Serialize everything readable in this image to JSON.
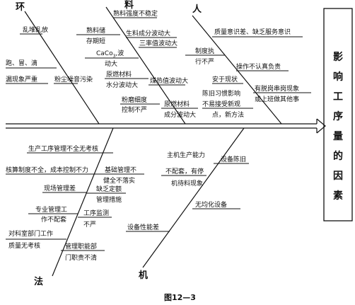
{
  "categories": {
    "environment": "环",
    "material": "料",
    "man": "人",
    "method": "法",
    "machine": "机"
  },
  "effect_chars": [
    "影",
    "响",
    "工",
    "序",
    "量",
    "的",
    "因",
    "素"
  ],
  "caption": "图12—3",
  "environment": {
    "cause1": "乱堆乱放",
    "cause2_line1": "跑、冒、滴",
    "cause2_line2": "漏现象严重",
    "cause3": "粉尘噪音污染"
  },
  "material": {
    "top": "熟料强度不稳定",
    "storage_line1": "熟料储",
    "storage_line2": "存期短",
    "raw_meal": "生料成分波动大",
    "caco3_line1": "CaCo",
    "caco3_sub": "3",
    "caco3_suffix": "波",
    "caco3_line2": "动大",
    "three_rate": "三率值波动大",
    "raw_material_line1": "原燃材料",
    "raw_material_line2": "水分波动大",
    "coal_heat": "煤热值波动大",
    "fineness_line1": "粉磨细度",
    "fineness_line2": "控制不严",
    "raw_comp_line1": "原燃材料",
    "raw_comp_line2": "成分波动大"
  },
  "man": {
    "quality": "质量意识差、缺乏服务意识",
    "system_line1": "制度执",
    "system_line2": "行不严",
    "operation": "操作不认真负责",
    "content": "安于现状",
    "habit_line1": "陈旧习惯影响",
    "habit_line2": "不易接受新观",
    "habit_line3": "点，新方法",
    "position_line1": "有脱岗串岗现象",
    "position_line2": "或上班做其他事"
  },
  "method": {
    "m1": "生产工序管理不全无考核",
    "m2": "核算制度不全，成本控制不力",
    "m3_line1": "基础管理不",
    "m3_line2": "健全不落实",
    "m4": "现场管理差",
    "m5_line1": "缺乏定额",
    "m5_line2": "管理措施",
    "m6_line1": "专业管理工",
    "m6_line2": "作不配套",
    "m7_line1": "工序监测",
    "m7_line2": "不严",
    "m8_line1": "对科室部门工作",
    "m8_line2": "质量无考核",
    "m9_line1": "管理职能部",
    "m9_line2": "门职责不清"
  },
  "machine": {
    "old": "设备陈旧",
    "capacity_line1": "主机生产能力",
    "capacity_line2": "不配套，有停",
    "capacity_line3": "机待料现象",
    "no_spare": "无均化设备",
    "poor": "设备性能差"
  }
}
